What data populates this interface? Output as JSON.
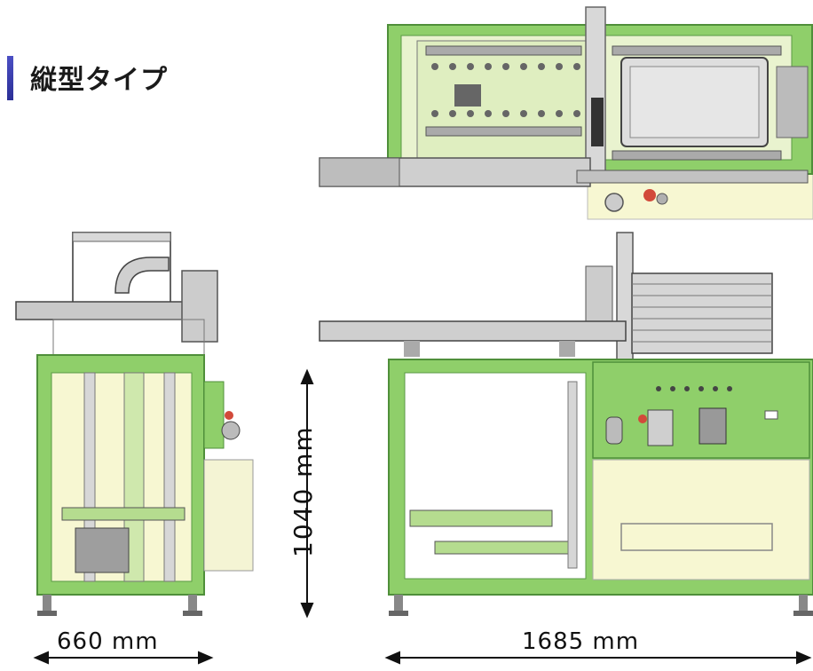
{
  "title": "縦型タイプ",
  "dimensions": {
    "width": "660 mm",
    "length": "1685 mm",
    "height": "1040 mm"
  },
  "colors": {
    "frame_green": "#8fcf6a",
    "frame_dark": "#4f8f3a",
    "panel_light": "#e9f3cf",
    "pale_yellow": "#f7f7d2",
    "steel_gray": "#c9c9c9",
    "accent_blue": "#3d40b5"
  }
}
